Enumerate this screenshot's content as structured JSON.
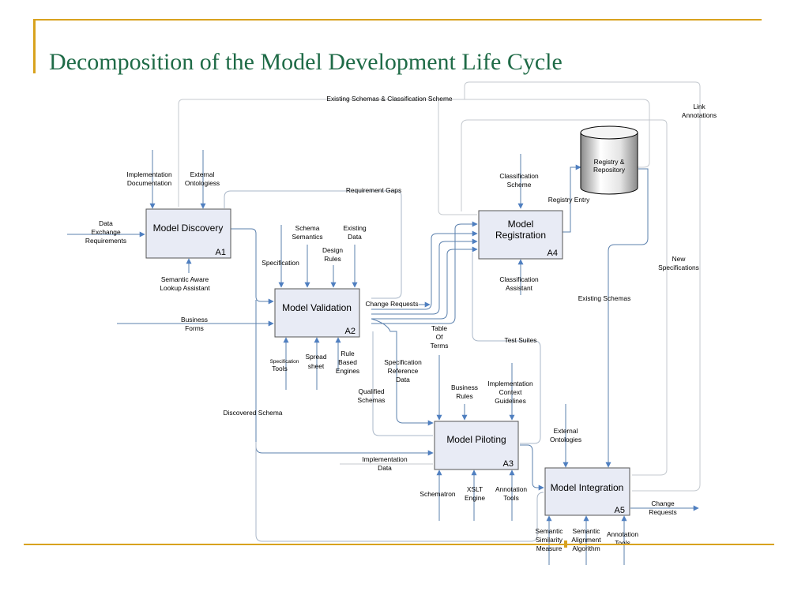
{
  "slide": {
    "title": "Decomposition of the Model Development Life Cycle"
  },
  "boxes": {
    "a1": {
      "title": "Model Discovery",
      "code": "A1"
    },
    "a2": {
      "title": "Model Validation",
      "code": "A2"
    },
    "a3": {
      "title": "Model Piloting",
      "code": "A3"
    },
    "a4": {
      "title_line1": "Model",
      "title_line2": "Registration",
      "code": "A4"
    },
    "a5": {
      "title": "Model Integration",
      "code": "A5"
    }
  },
  "repository": {
    "line1": "Registry &",
    "line2": "Repository"
  },
  "labels": {
    "existing_schemas_classification": "Existing Schemas & Classification Scheme",
    "link_annotations": [
      "Link",
      "Annotations"
    ],
    "implementation_documentation": [
      "Implementation",
      "Documentation"
    ],
    "external_ontologiess": [
      "External",
      "Ontologiess"
    ],
    "requirement_gaps": "Requirement Gaps",
    "data_exchange_requirements": [
      "Data",
      "Exchange",
      "Requirements"
    ],
    "schema_semantics": [
      "Schema",
      "Semantics"
    ],
    "existing_data": [
      "Existing",
      "Data"
    ],
    "design_rules": [
      "Design",
      "Rules"
    ],
    "specification": "Specification",
    "semantic_aware_lookup": [
      "Semantic Aware",
      "Lookup Assistant"
    ],
    "business_forms": [
      "Business",
      "Forms"
    ],
    "change_requests_a2": "Change Requests",
    "classification_scheme": [
      "Classification",
      "Scheme"
    ],
    "registry_entry": "Registry Entry",
    "classification_assistant": [
      "Classification",
      "Assistant"
    ],
    "new_specifications": [
      "New",
      "Specifications"
    ],
    "existing_schemas": "Existing Schemas",
    "table_of_terms": [
      "Table",
      "Of",
      "Terms"
    ],
    "test_suites": "Test Suites",
    "specification_tools": [
      "Specification",
      "Tools"
    ],
    "spread_sheet": [
      "Spread",
      "sheet"
    ],
    "rule_based_engines": [
      "Rule",
      "Based",
      "Engines"
    ],
    "specification_reference_data": [
      "Specification",
      "Reference",
      "Data"
    ],
    "business_rules": [
      "Business",
      "Rules"
    ],
    "implementation_context_guidelines": [
      "Implementation",
      "Context",
      "Guidelines"
    ],
    "qualified_schemas": [
      "Qualified",
      "Schemas"
    ],
    "discovered_schema": "Discovered Schema",
    "external_ontologies": [
      "External",
      "Ontologies"
    ],
    "implementation_data": [
      "Implementation",
      "Data"
    ],
    "schematron": "Schematron",
    "xslt_engine": [
      "XSLT",
      "Engine"
    ],
    "annotation_tools_a3": [
      "Annotation",
      "Tools"
    ],
    "change_requests_a5": [
      "Change",
      "Requests"
    ],
    "semantic_similarity_measure": [
      "Semantic",
      "Similarity",
      "Measure"
    ],
    "semantic_alignment_algorithm": [
      "Semantic",
      "Alignment",
      "Algorithm"
    ],
    "annotation_tools_a5": [
      "Annotation",
      "Tools"
    ]
  },
  "colors": {
    "title": "#1f6b47",
    "frame": "#d8a21e",
    "box_fill": "#e8ebf5",
    "box_stroke": "#555555",
    "arrow": "#4f7fc0",
    "flow_line": "#5b80ad"
  }
}
